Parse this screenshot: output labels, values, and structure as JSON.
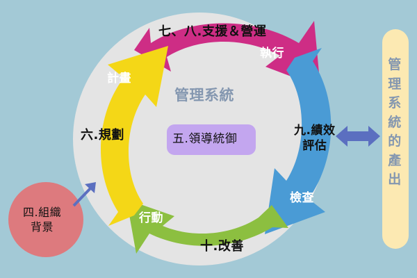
{
  "diagram": {
    "title_center": "管理系統",
    "center_box_label": "五.領導統御",
    "background_color": "#a3c9d6",
    "ring_color": "#e4e4e4"
  },
  "cycle": {
    "segments": [
      {
        "id": "plan",
        "color": "#f4d717",
        "phase_label": "計畫",
        "item_label": "六.規劃",
        "phase_label_color": "#ffffff",
        "item_label_color": "#111111"
      },
      {
        "id": "do",
        "color": "#ce2d85",
        "phase_label": "執行",
        "item_label": "七、八.支援＆營運",
        "phase_label_color": "#ffffff",
        "item_label_color": "#111111"
      },
      {
        "id": "check",
        "color": "#4a9bd5",
        "phase_label": "檢查",
        "item_label": "九.績效\n評估",
        "item_label_line1": "九.績效",
        "item_label_line2": "評估",
        "phase_label_color": "#ffffff",
        "item_label_color": "#111111"
      },
      {
        "id": "act",
        "color": "#8cbf40",
        "phase_label": "行動",
        "item_label": "十.改善",
        "phase_label_color": "#ffffff",
        "item_label_color": "#111111"
      }
    ]
  },
  "context_node": {
    "label_line1": "四.組織",
    "label_line2": "背景",
    "color": "#dd7a7e"
  },
  "connector_arrow": {
    "color": "#5b6fc0",
    "icon": "arrow-up-right-icon"
  },
  "output_node": {
    "label": "管理系統的產出",
    "color": "#fce9b2",
    "text_color": "#8497b0"
  },
  "bidirectional_arrow": {
    "color": "#5b6fc0",
    "icon": "double-arrow-horizontal-icon"
  }
}
